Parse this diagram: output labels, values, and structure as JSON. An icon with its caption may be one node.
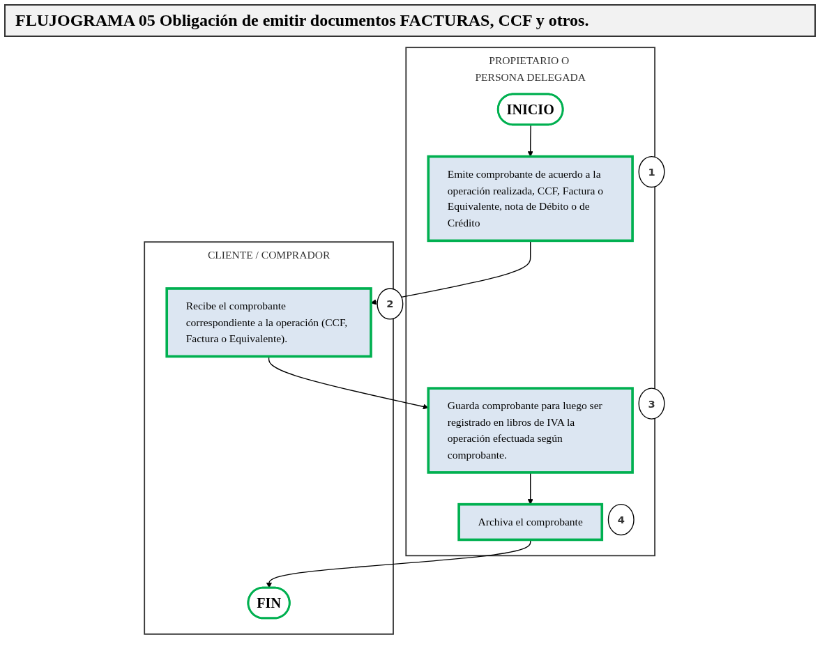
{
  "diagram": {
    "title": "FLUJOGRAMA 05 Obligación de emitir documentos FACTURAS, CCF y otros.",
    "nodes": [
      {
        "text": [
          "PROPIETARIO O PERSONA DELEGADA"
        ]
      },
      {
        "text": [
          "CLIENTE / COMPRADOR"
        ]
      },
      {
        "text": [
          "INICIO"
        ],
        "in": 0
      },
      {
        "text": [
          "Emite comprobante de acuerdo a la operación realizada, CCF, Factura o Equivalente, nota de Débito o de Crédito"
        ],
        "in": 0,
        "beside": [
          "1"
        ]
      },
      {
        "text": [
          "Recibe el comprobante correspondiente a la operación (CCF, Factura o Equivalente)."
        ],
        "in": 1,
        "beside": [
          "2"
        ]
      },
      {
        "text": [
          "Guarda comprobante para luego ser registrado en libros de IVA la operación efectuada según comprobante."
        ],
        "in": 0,
        "beside": [
          "3"
        ]
      },
      {
        "text": [
          "Archiva el comprobante"
        ],
        "in": 0,
        "beside": [
          "4"
        ]
      },
      {
        "text": [
          "FIN"
        ],
        "in": 1
      }
    ],
    "edges": [
      {
        "from": 2,
        "to": 3,
        "arrow": "to"
      },
      {
        "from": 3,
        "to": 4,
        "arrow": "to"
      },
      {
        "from": 4,
        "to": 5,
        "arrow": "to"
      },
      {
        "from": 5,
        "to": 6,
        "arrow": "to"
      },
      {
        "from": 6,
        "to": 7,
        "arrow": "to"
      }
    ]
  }
}
